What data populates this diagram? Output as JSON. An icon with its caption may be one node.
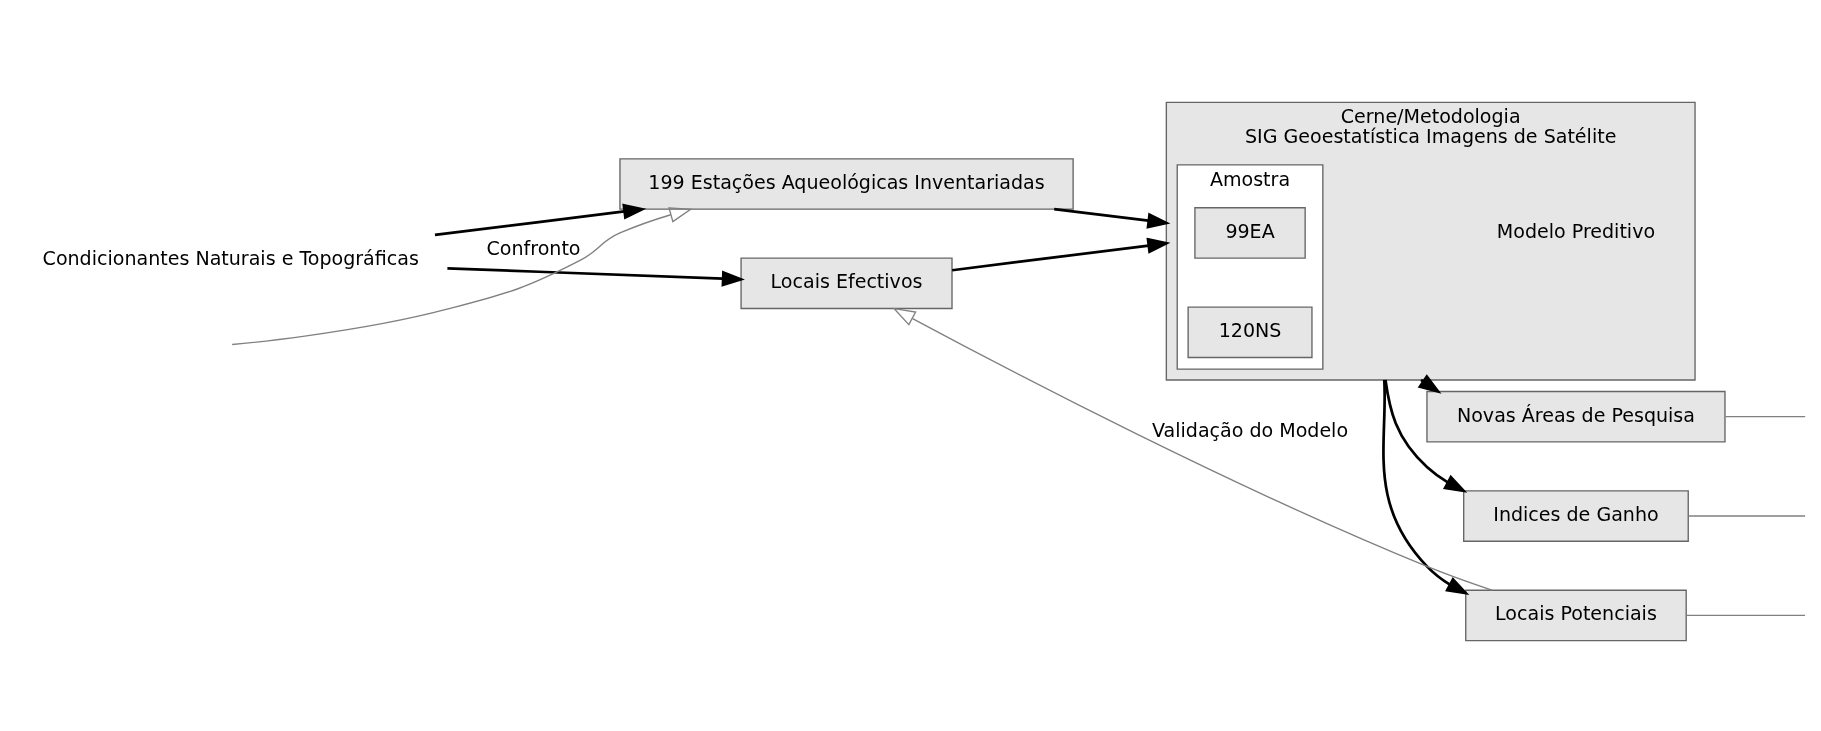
{
  "diagram": {
    "nodes": [
      {
        "text": [
          "Condicionantes Naturais e Topográficas"
        ]
      },
      {
        "text": [
          "199 Estações Aqueológicas Inventariadas"
        ]
      },
      {
        "text": [
          "Locais Efectivos"
        ]
      },
      {
        "text": [
          "Cerne/Metodologia",
          "SIG Geoestatística Imagens de Satélite",
          "Modelo Preditivo"
        ]
      },
      {
        "text": [
          "Amostra"
        ],
        "in": 3
      },
      {
        "text": [
          "99EA"
        ],
        "in": 4
      },
      {
        "text": [
          "120NS"
        ],
        "in": 4
      },
      {
        "text": [
          "Novas Áreas de Pesquisa"
        ]
      },
      {
        "text": [
          "Indices de Ganho"
        ]
      },
      {
        "text": [
          "Locais Potenciais"
        ]
      }
    ],
    "edges": [
      {
        "from": 0,
        "to": 1,
        "arrow": "to"
      },
      {
        "from": 0,
        "to": 2,
        "arrow": "to"
      },
      {
        "from": 1,
        "to": 3,
        "arrow": "to"
      },
      {
        "from": 2,
        "to": 3,
        "arrow": "to"
      },
      {
        "from": 3,
        "to": 7,
        "arrow": "to"
      },
      {
        "from": 3,
        "to": 8,
        "arrow": "to"
      },
      {
        "from": 3,
        "to": 9,
        "arrow": "to"
      },
      {
        "from": null,
        "to": 1,
        "arrow": "to",
        "label": "Confronto",
        "color": "#808080"
      },
      {
        "from": 9,
        "to": 2,
        "arrow": "to",
        "label": "Validação do Modelo",
        "color": "#808080"
      },
      {
        "from": 7,
        "to": null,
        "arrow": "none",
        "color": "#808080"
      },
      {
        "from": 8,
        "to": null,
        "arrow": "none",
        "color": "#808080"
      },
      {
        "from": 9,
        "to": null,
        "arrow": "none",
        "color": "#808080"
      }
    ]
  }
}
